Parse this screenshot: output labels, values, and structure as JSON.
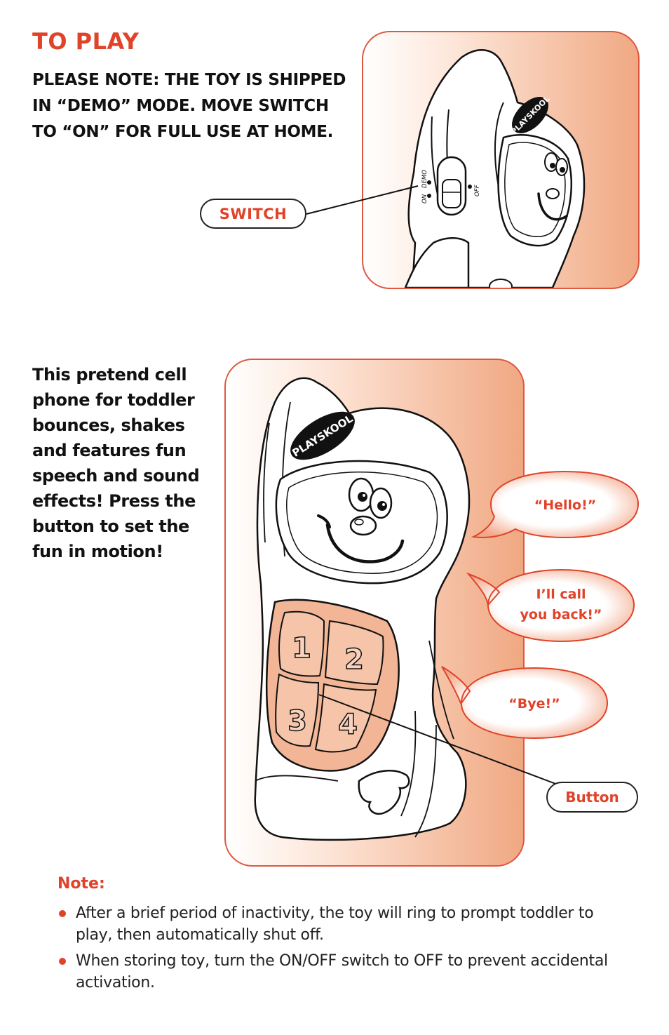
{
  "section": {
    "title": "TO PLAY",
    "ship_note": "PLEASE NOTE: THE TOY IS SHIPPED IN “DEMO” MODE.  MOVE SWITCH TO “ON” FOR FULL USE AT HOME."
  },
  "switch_diagram": {
    "callout": "SWITCH",
    "label_on": "ON",
    "label_demo": "DEMO",
    "label_off": "OFF",
    "brand": "PLAYSKOOL"
  },
  "description": "This pretend cell phone for toddler bounces, shakes and features fun speech and sound effects! Press the button to set the fun in motion!",
  "phone_diagram": {
    "brand": "PLAYSKOOL",
    "keys": [
      "1",
      "2",
      "3",
      "4"
    ],
    "bubbles": {
      "hello": "“Hello!”",
      "call_line1": "I’ll call",
      "call_line2": "you back!”",
      "bye": "“Bye!”"
    },
    "callout": "Button"
  },
  "note": {
    "title": "Note:",
    "items": [
      "After a brief period of inactivity, the toy will ring to prompt toddler to play, then automatically shut off.",
      "When storing toy, turn the ON/OFF switch to OFF to prevent accidental activation."
    ]
  },
  "colors": {
    "accent": "#e0432a",
    "panel_peach": "#f0a882",
    "keypad": "#f2b595"
  }
}
